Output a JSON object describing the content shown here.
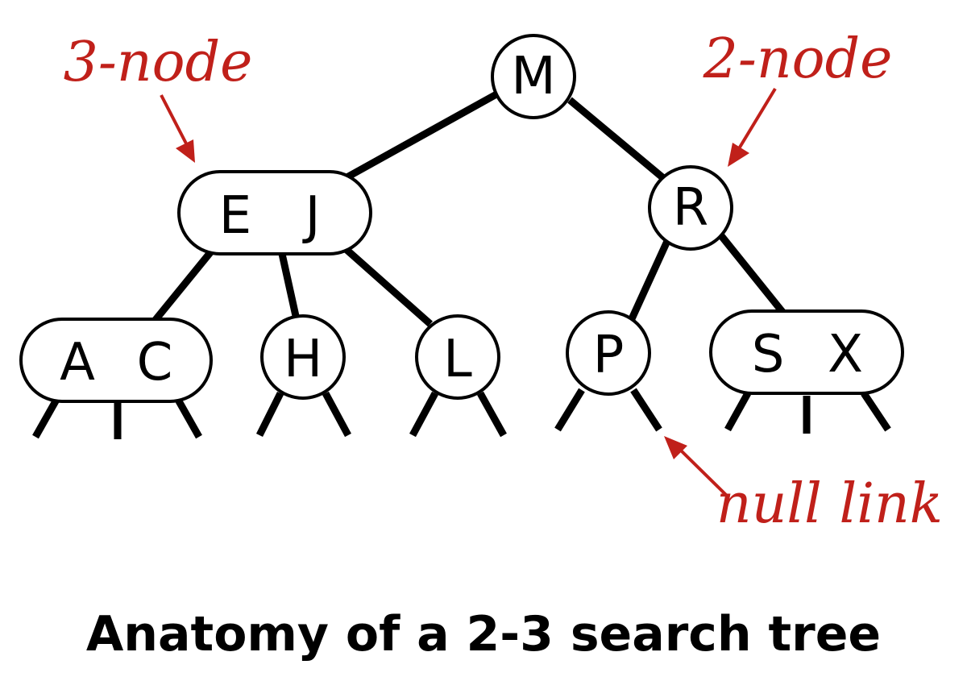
{
  "nodes": {
    "m": "M",
    "ej": [
      "E",
      "J"
    ],
    "r": "R",
    "ac": [
      "A",
      "C"
    ],
    "h": "H",
    "l": "L",
    "p": "P",
    "sx": [
      "S",
      "X"
    ]
  },
  "annotations": {
    "three_node": "3-node",
    "two_node": "2-node",
    "null_link": "null link"
  },
  "caption": "Anatomy of a 2-3 search tree",
  "colors": {
    "annotation": "#c0201a",
    "line": "#000000",
    "background": "#ffffff"
  }
}
